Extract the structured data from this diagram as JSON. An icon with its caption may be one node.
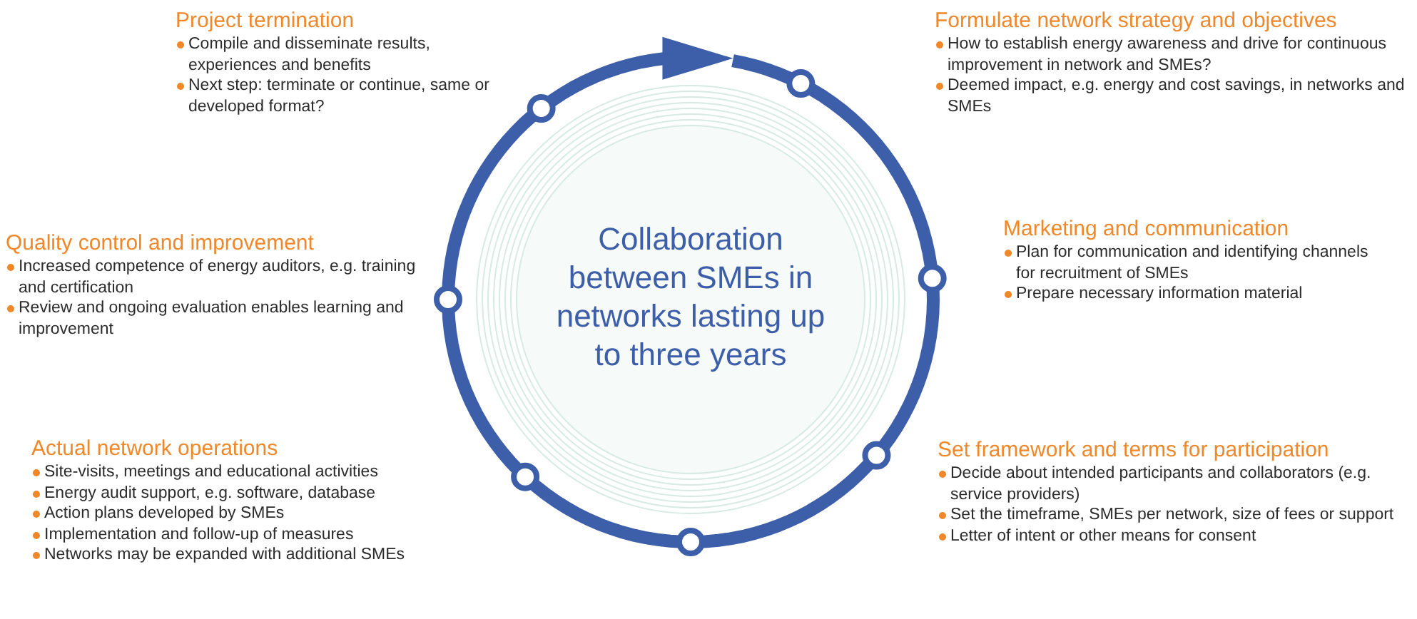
{
  "diagram": {
    "nodes": [
      {
        "text": [
          "Formulate network strategy and objectives",
          "How to establish energy awareness and drive for continuous improvement in network and SMEs?",
          "Deemed impact, e.g. energy and cost savings, in networks and SMEs"
        ]
      },
      {
        "text": [
          "Marketing and communication",
          "Plan for communication and identifying channels for recruitment of SMEs",
          "Prepare necessary information material"
        ]
      },
      {
        "text": [
          "Set framework and terms for participation",
          "Decide about intended participants and collaborators (e.g. service providers)",
          "Set the timeframe, SMEs per network, size of fees or support",
          "Letter of intent or other means for consent"
        ]
      },
      {
        "text": [
          "Actual network operations",
          "Site-visits, meetings and educational activities",
          "Energy audit support, e.g. software, database",
          "Action plans developed by SMEs",
          "Implementation and follow-up of measures",
          "Networks may be expanded with additional SMEs"
        ]
      },
      {
        "text": [
          "Quality control and improvement",
          "Increased competence of energy auditors, e.g. training and certification",
          "Review and ongoing evaluation enables learning and improvement"
        ]
      },
      {
        "text": [
          "Project termination",
          "Compile and disseminate results, experiences and benefits",
          "Next step: terminate or continue, same or developed format?"
        ]
      },
      {
        "text": [
          "Collaboration between SMEs in networks lasting up to three years"
        ]
      }
    ]
  }
}
